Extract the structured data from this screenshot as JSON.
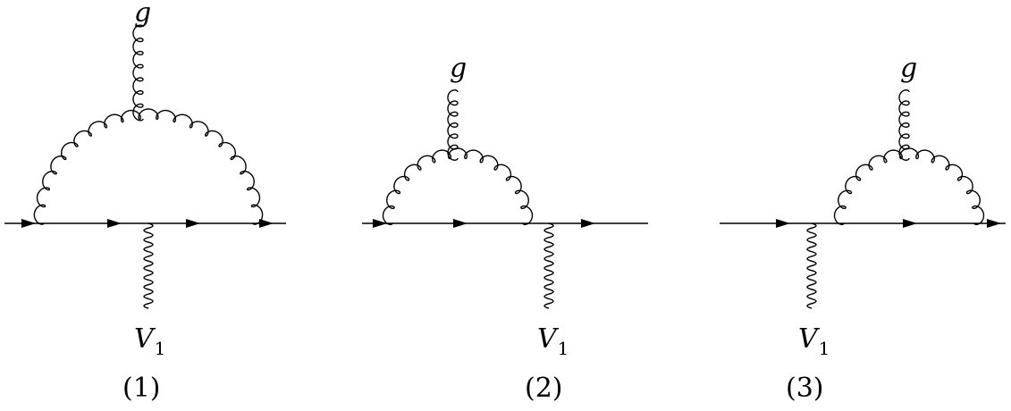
{
  "diagrams": [
    {
      "gluon_label": "g",
      "boson_label": "V",
      "boson_subscript": "1",
      "caption": "(1)"
    },
    {
      "gluon_label": "g",
      "boson_label": "V",
      "boson_subscript": "1",
      "caption": "(2)"
    },
    {
      "gluon_label": "g",
      "boson_label": "V",
      "boson_subscript": "1",
      "caption": "(3)"
    }
  ],
  "colors": {
    "line": "#000000",
    "background": "#ffffff"
  }
}
